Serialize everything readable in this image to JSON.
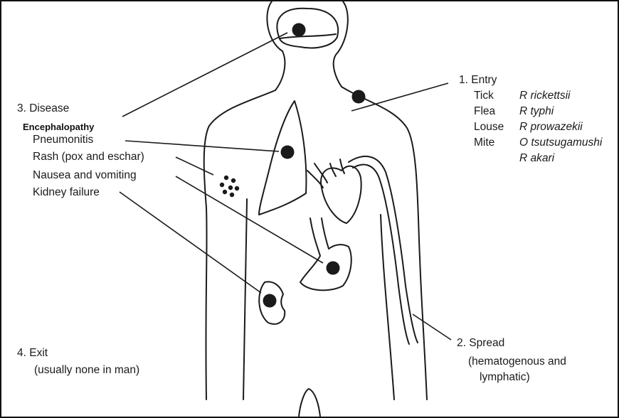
{
  "stages": {
    "entry": {
      "title": "1. Entry",
      "vectors": [
        {
          "vector": "Tick",
          "organism": "R rickettsii"
        },
        {
          "vector": "Flea",
          "organism": "R typhi"
        },
        {
          "vector": "Louse",
          "organism": "R prowazekii"
        },
        {
          "vector": "Mite",
          "organism": "O tsutsugamushi"
        }
      ],
      "extra_organism": "R akari"
    },
    "spread": {
      "title": "2. Spread",
      "detail_line1": "(hematogenous and",
      "detail_line2": "lymphatic)"
    },
    "disease": {
      "title": "3. Disease",
      "overlay_label": "Encephalopathy",
      "items": [
        "Pneumonitis",
        "Rash (pox and eschar)",
        "Nausea and vomiting",
        "Kidney failure"
      ]
    },
    "exit": {
      "title": "4. Exit",
      "detail": "(usually none in man)"
    }
  },
  "colors": {
    "ink": "#1a1a1a",
    "background": "#ffffff"
  }
}
